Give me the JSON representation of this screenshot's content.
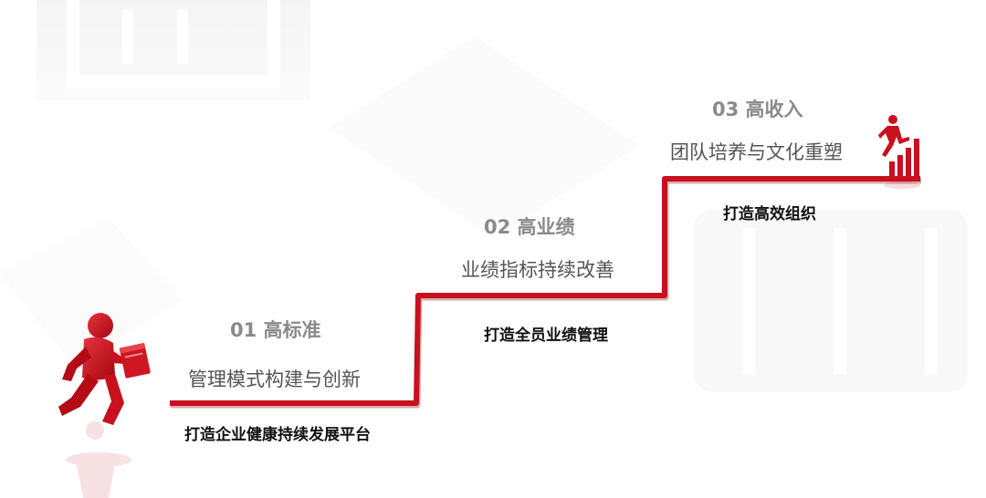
{
  "colors": {
    "accent": "#c8101e",
    "title_gray": "#8a8a8a",
    "desc_gray": "#555555",
    "slogan": "#111111"
  },
  "icons": {
    "start": "running-man-with-folder-icon",
    "end": "man-climbing-bar-steps-icon"
  },
  "steps": [
    {
      "number": "01",
      "title": "高标准",
      "description": "管理模式构建与创新",
      "slogan": "打造企业健康持续发展平台"
    },
    {
      "number": "02",
      "title": "高业绩",
      "description": "业绩指标持续改善",
      "slogan": "打造全员业绩管理"
    },
    {
      "number": "03",
      "title": "高收入",
      "description": "团队培养与文化重塑",
      "slogan": "打造高效组织"
    }
  ]
}
